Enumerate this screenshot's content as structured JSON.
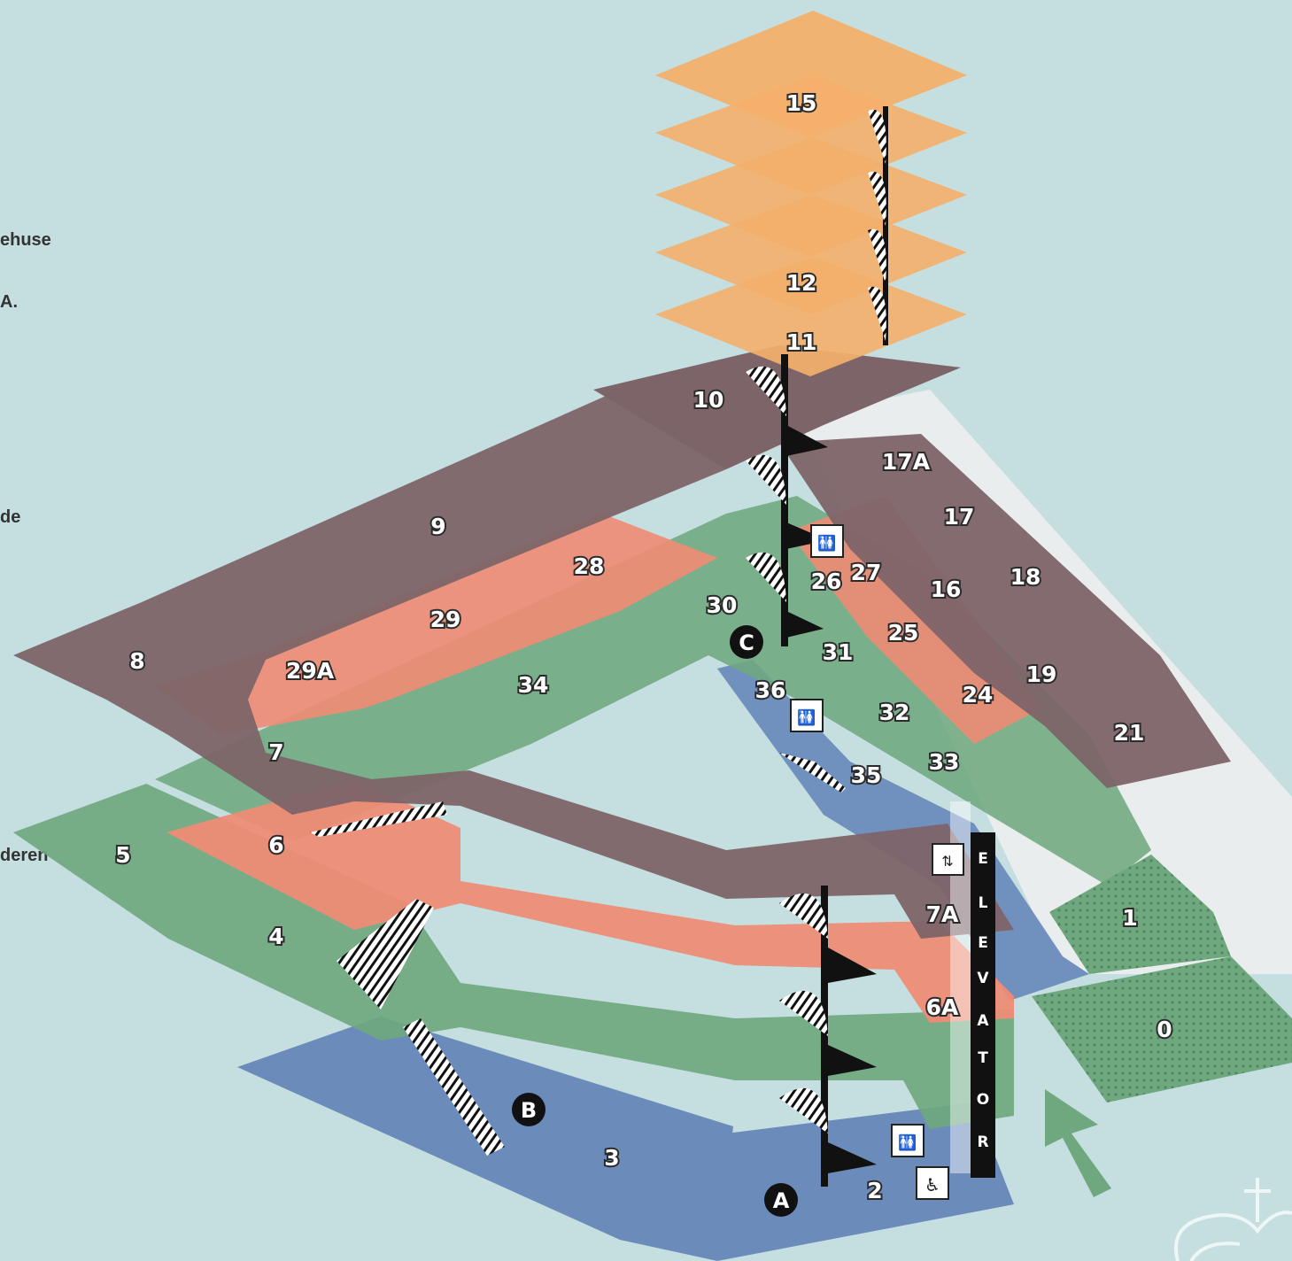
{
  "side_labels": [
    "ehuse",
    "A.",
    "de",
    "deren"
  ],
  "colors": {
    "background": "#c5dfe0",
    "level_orange": "#f3b06c",
    "level_purple": "#7d6468",
    "level_salmon": "#ee8c75",
    "level_green": "#6fa87f",
    "level_blue": "#6b8bba",
    "level_white": "#eef0f0",
    "arrow": "#6fa87f"
  },
  "rooms": {
    "r0": "0",
    "r1": "1",
    "r2": "2",
    "r3": "3",
    "r4": "4",
    "r5": "5",
    "r6": "6",
    "r6a": "6A",
    "r7": "7",
    "r7a": "7A",
    "r8": "8",
    "r9": "9",
    "r10": "10",
    "r11": "11",
    "r12": "12",
    "r15": "15",
    "r16": "16",
    "r17": "17",
    "r17a": "17A",
    "r18": "18",
    "r19": "19",
    "r21": "21",
    "r24": "24",
    "r25": "25",
    "r26": "26",
    "r27": "27",
    "r28": "28",
    "r29": "29",
    "r29a": "29A",
    "r30": "30",
    "r31": "31",
    "r32": "32",
    "r33": "33",
    "r34": "34",
    "r35": "35",
    "r36": "36"
  },
  "markers": {
    "a": "A",
    "b": "B",
    "c": "C"
  },
  "elevator": {
    "letters": [
      "E",
      "L",
      "E",
      "V",
      "A",
      "T",
      "O",
      "R"
    ]
  },
  "icons": [
    "toilet-icon",
    "elevator-icon",
    "wheelchair-icon",
    "stairs-icon",
    "spiral-staircase-icon",
    "entrance-arrow-icon",
    "crown-logo-icon"
  ]
}
